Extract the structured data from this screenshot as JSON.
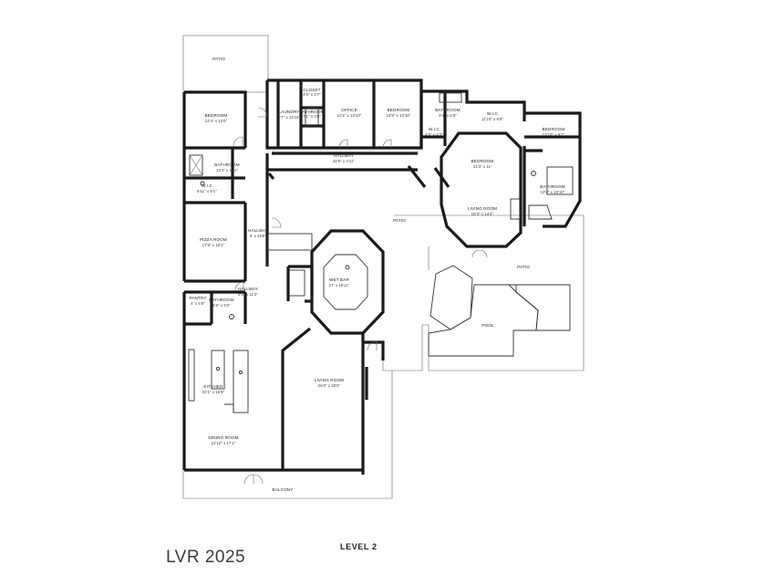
{
  "floor_label": "LEVEL 2",
  "brand_mark": "LVR 2025",
  "rooms": [
    {
      "id": "patio-top",
      "name": "PATIO",
      "dims": ""
    },
    {
      "id": "bedroom-1",
      "name": "BEDROOM",
      "dims": "13'4\" x 12'0\""
    },
    {
      "id": "bathroom-1",
      "name": "BATHROOM",
      "dims": "13'4\" x 11'1\""
    },
    {
      "id": "wic-1",
      "name": "W.I.C",
      "dims": "9'11\" x 5'1\""
    },
    {
      "id": "laundry",
      "name": "LAUNDRY",
      "dims": "6'7\" x 13'10\""
    },
    {
      "id": "bathroom-small",
      "name": "BATHROOM",
      "dims": "7'1\" x 4'8\""
    },
    {
      "id": "closet",
      "name": "CLOSET",
      "dims": "4'0\" x 3'7\""
    },
    {
      "id": "office",
      "name": "OFFICE",
      "dims": "11'1\" x 13'10\""
    },
    {
      "id": "bedroom-2",
      "name": "BEDROOM",
      "dims": "10'9\" x 13'10\""
    },
    {
      "id": "bathroom-2",
      "name": "BATHROOM",
      "dims": "9'4\" x 6'9\""
    },
    {
      "id": "wic-2",
      "name": "W.I.C",
      "dims": "4'8\" x 4'3\""
    },
    {
      "id": "wic-3",
      "name": "W.I.C",
      "dims": "11'10\" x 6'6\""
    },
    {
      "id": "bedroom-3",
      "name": "BEDROOM",
      "dims": "13'10\" x 9'2\""
    },
    {
      "id": "hallway-top",
      "name": "HALLWAY",
      "dims": "32'6\" x 4'11\""
    },
    {
      "id": "bedroom-4",
      "name": "BEDROOM",
      "dims": "24'3\" x 11'"
    },
    {
      "id": "living-room-2",
      "name": "LIVING ROOM",
      "dims": "18'3\" x 14'4\""
    },
    {
      "id": "bathroom-3",
      "name": "BATHROOM",
      "dims": "13'9\" x 10'10\""
    },
    {
      "id": "patio-center",
      "name": "PATIO",
      "dims": ""
    },
    {
      "id": "patio-right",
      "name": "PATIO",
      "dims": ""
    },
    {
      "id": "pool",
      "name": "POOL",
      "dims": ""
    },
    {
      "id": "pizza-room",
      "name": "PIZZA ROOM",
      "dims": "17'8\" x 18'1\""
    },
    {
      "id": "hallway-left",
      "name": "HALLWAY",
      "dims": "6' x 36'8\""
    },
    {
      "id": "hallway-mid",
      "name": "HALLWAY",
      "dims": "9'6\" x 11'3\""
    },
    {
      "id": "pantry",
      "name": "PANTRY",
      "dims": "6' x 5'9\""
    },
    {
      "id": "bathroom-4",
      "name": "BATHROOM",
      "dims": "6'6\" x 5'0\""
    },
    {
      "id": "wet-bar",
      "name": "WET BAR",
      "dims": "17' x 19'11\""
    },
    {
      "id": "kitchen",
      "name": "KITCHEN",
      "dims": "23'1\" x 16'9\""
    },
    {
      "id": "living-room-1",
      "name": "LIVING ROOM",
      "dims": "26'0\" x 33'0\""
    },
    {
      "id": "dining-room",
      "name": "DINING ROOM",
      "dims": "21'10\" x 17'1\""
    },
    {
      "id": "balcony",
      "name": "BALCONY",
      "dims": ""
    }
  ]
}
